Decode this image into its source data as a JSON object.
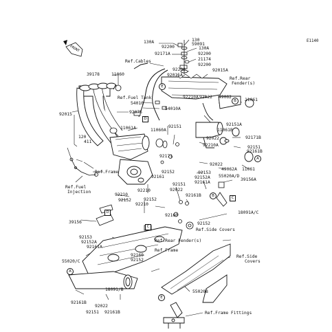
{
  "diagram_id": "E1140",
  "front_label": "FRONT",
  "part_numbers": [
    {
      "id": "p130a_top",
      "text": "130A"
    },
    {
      "id": "p130_top",
      "text": "130"
    },
    {
      "id": "p59091",
      "text": "59091"
    },
    {
      "id": "p130a_2",
      "text": "130A"
    },
    {
      "id": "p92200_a",
      "text": "92200"
    },
    {
      "id": "p92171a",
      "text": "92171A"
    },
    {
      "id": "p92200_b",
      "text": "92200"
    },
    {
      "id": "p21174",
      "text": "21174"
    },
    {
      "id": "p92200_c",
      "text": "92200"
    },
    {
      "id": "p92200_d",
      "text": "92200"
    },
    {
      "id": "p92015a",
      "text": "92015A"
    },
    {
      "id": "p92015a_b",
      "text": "92015A"
    },
    {
      "id": "p39178",
      "text": "39178"
    },
    {
      "id": "p11060",
      "text": "11060"
    },
    {
      "id": "p54010",
      "text": "54010"
    },
    {
      "id": "p54010a",
      "text": "54010A"
    },
    {
      "id": "p92075",
      "text": "92075"
    },
    {
      "id": "p92015",
      "text": "92015"
    },
    {
      "id": "p11061a",
      "text": "11061A"
    },
    {
      "id": "p120",
      "text": "120"
    },
    {
      "id": "p411",
      "text": "411"
    },
    {
      "id": "p92210a",
      "text": "92210A"
    },
    {
      "id": "p92022_top",
      "text": "92022"
    },
    {
      "id": "p49062",
      "text": "49062"
    },
    {
      "id": "p11061_r1",
      "text": "11061"
    },
    {
      "id": "p92151a",
      "text": "92151A"
    },
    {
      "id": "p11061b",
      "text": "11061B"
    },
    {
      "id": "p92171b",
      "text": "92171B"
    },
    {
      "id": "p92151_r",
      "text": "92151"
    },
    {
      "id": "p92161b_r",
      "text": "92161B"
    },
    {
      "id": "p11060a",
      "text": "11060A"
    },
    {
      "id": "p92151_m",
      "text": "92151"
    },
    {
      "id": "p92022_m",
      "text": "92022"
    },
    {
      "id": "p92210a_m",
      "text": "92210A"
    },
    {
      "id": "p92171",
      "text": "92171"
    },
    {
      "id": "p92152_m",
      "text": "92152"
    },
    {
      "id": "p92161",
      "text": "92161"
    },
    {
      "id": "p92210_m",
      "text": "92210"
    },
    {
      "id": "p92022_r",
      "text": "92022"
    },
    {
      "id": "p49062a",
      "text": "49062A"
    },
    {
      "id": "p11061_r2",
      "text": "11061"
    },
    {
      "id": "p92153_r",
      "text": "92153"
    },
    {
      "id": "p55020ad",
      "text": "55020A/D"
    },
    {
      "id": "p92152a_r",
      "text": "92152A"
    },
    {
      "id": "p92161a_r",
      "text": "92161A"
    },
    {
      "id": "p39156a",
      "text": "39156A"
    },
    {
      "id": "p92151_c",
      "text": "92151"
    },
    {
      "id": "p92022_c",
      "text": "92022"
    },
    {
      "id": "p92161b_c",
      "text": "92161B"
    },
    {
      "id": "p92210_l",
      "text": "92210"
    },
    {
      "id": "p92152_l",
      "text": "92152"
    },
    {
      "id": "p92210_l2",
      "text": "92210"
    },
    {
      "id": "p92152_l2",
      "text": "92152"
    },
    {
      "id": "p18091ac",
      "text": "18091A/C"
    },
    {
      "id": "p92160_c",
      "text": "92160"
    },
    {
      "id": "p92152_c2",
      "text": "92152"
    },
    {
      "id": "p39156",
      "text": "39156"
    },
    {
      "id": "p92153_l",
      "text": "92153"
    },
    {
      "id": "p92152a_l",
      "text": "92152A"
    },
    {
      "id": "p92161a_l",
      "text": "92161A"
    },
    {
      "id": "p92160_l",
      "text": "92160"
    },
    {
      "id": "p92152_l3",
      "text": "92152"
    },
    {
      "id": "p55020c",
      "text": "55020/C"
    },
    {
      "id": "p18091b",
      "text": "18091/B"
    },
    {
      "id": "p92161b_l",
      "text": "92161B"
    },
    {
      "id": "p92022_b",
      "text": "92022"
    },
    {
      "id": "p92151_b",
      "text": "92151"
    },
    {
      "id": "p92161b_b",
      "text": "92161B"
    },
    {
      "id": "p55020b",
      "text": "55020B"
    }
  ],
  "references": [
    {
      "id": "ref_cables",
      "text": "Ref.Cables"
    },
    {
      "id": "ref_rear_fender_s_top",
      "text": "Ref.Rear"
    },
    {
      "id": "ref_rear_fender_s_top2",
      "text": "Fender(s)"
    },
    {
      "id": "ref_fuel_tank",
      "text": "Ref.Fuel Tank"
    },
    {
      "id": "ref_frame_top",
      "text": "Ref.Frame"
    },
    {
      "id": "ref_fuel_inj",
      "text": "Ref.Fuel"
    },
    {
      "id": "ref_fuel_inj2",
      "text": "Injection"
    },
    {
      "id": "ref_side_covers_m",
      "text": "Ref.Side Covers"
    },
    {
      "id": "ref_rear_fender_b",
      "text": "Ref.Rear Fender(s)"
    },
    {
      "id": "ref_frame_b",
      "text": "Ref.Frame"
    },
    {
      "id": "ref_side_covers_b",
      "text": "Ref.Side"
    },
    {
      "id": "ref_side_covers_b2",
      "text": "Covers"
    },
    {
      "id": "ref_frame_fittings",
      "text": "Ref.Frame Fittings"
    }
  ],
  "markers": [
    {
      "id": "m_e1",
      "text": "E"
    },
    {
      "id": "m_d1",
      "text": "D"
    },
    {
      "id": "m_b1",
      "text": "B"
    },
    {
      "id": "m_a1",
      "text": "A"
    },
    {
      "id": "m_c1",
      "text": "C"
    },
    {
      "id": "m_b2",
      "text": "B"
    },
    {
      "id": "m_d2",
      "text": "D"
    },
    {
      "id": "m_c2",
      "text": "C"
    },
    {
      "id": "m_a2",
      "text": "A"
    },
    {
      "id": "m_e2",
      "text": "E"
    }
  ]
}
